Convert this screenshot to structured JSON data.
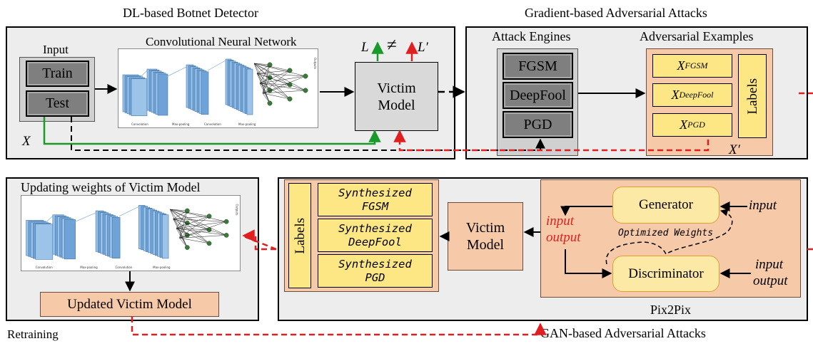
{
  "top_left": {
    "caption": "DL-based Botnet Detector",
    "input_label": "Input",
    "train_label": "Train",
    "test_label": "Test",
    "cnn_label": "Convolutional Neural Network",
    "victim_model_label": "Victim\nModel",
    "x_label": "X",
    "l_label": "L",
    "neq_symbol": "≠",
    "lprime_label": "L′",
    "nn_layer_labels": [
      "Convolution",
      "Max-pooling",
      "Convolution",
      "Max-pooling"
    ],
    "nn_output_label": "Outputs"
  },
  "top_right": {
    "caption": "Gradient-based Adversarial Attacks",
    "engines_label": "Attack Engines",
    "engines": [
      "FGSM",
      "DeepFool",
      "PGD"
    ],
    "adv_label": "Adversarial Examples",
    "adv_items": [
      {
        "base": "X",
        "sub": "FGSM"
      },
      {
        "base": "X",
        "sub": "DeepFool"
      },
      {
        "base": "X",
        "sub": "PGD"
      }
    ],
    "labels_text": "Labels",
    "xprime_label": "X′"
  },
  "bottom_left": {
    "title": "Updating weights of Victim Model",
    "updated_label": "Updated Victim Model",
    "retraining_label": "Retraining",
    "nn_layer_labels": [
      "Convolution",
      "Max-pooling",
      "Convolution",
      "Max-pooling"
    ],
    "nn_output_label": "Outputs"
  },
  "bottom_right": {
    "caption": "GAN-based Adversarial Attacks",
    "labels_text": "Labels",
    "synth_items": [
      [
        "Synthesized",
        "FGSM"
      ],
      [
        "Synthesized",
        "DeepFool"
      ],
      [
        "Synthesized",
        "PGD"
      ]
    ],
    "victim_model_label": "Victim\nModel",
    "generator_label": "Generator",
    "discriminator_label": "Discriminator",
    "input_label": "input",
    "output_label": "output",
    "optimized_label": "Optimized Weights",
    "pix2pix_label": "Pix2Pix"
  },
  "colors": {
    "panel_bg": "#ededed",
    "engine_gray": "#7f7f7f",
    "yellow_box": "#fde784",
    "salmon": "#f6c9a8",
    "gen_disc": "#fde9a6",
    "green_arrow": "#1a9a2a",
    "red_arrow": "#e02020",
    "red_text": "#e02020"
  }
}
